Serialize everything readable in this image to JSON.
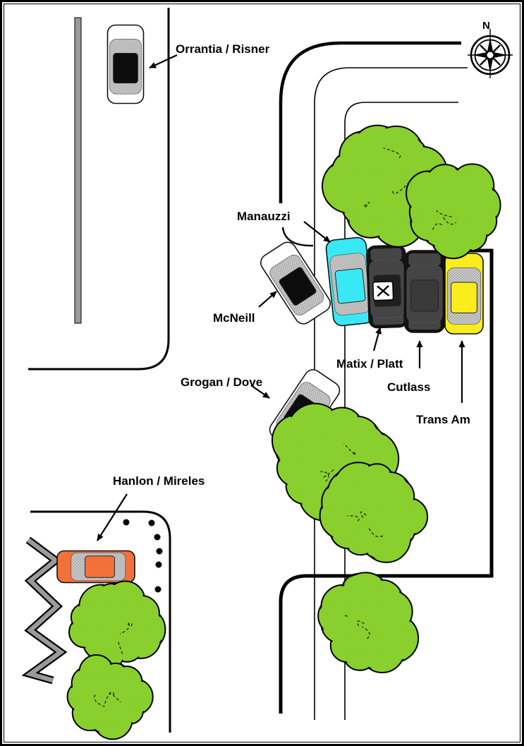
{
  "diagram": {
    "kind": "traffic-collision-scene-diagram"
  },
  "compass": {
    "north_label": "N"
  },
  "labels": {
    "orrantia_risner": "Orrantia / Risner",
    "manauzzi": "Manauzzi",
    "mcneill": "McNeill",
    "matix_platt": "Matix / Platt",
    "cutlass": "Cutlass",
    "trans_am": "Trans Am",
    "grogan_dove": "Grogan / Dove",
    "hanlon_mireles": "Hanlon / Mireles"
  },
  "vehicles": {
    "orrantia_risner": {
      "label": "Orrantia / Risner",
      "body": "#ffffff",
      "roof": "#0d0d0d"
    },
    "mcneill": {
      "label": "McNeill",
      "body": "#ffffff",
      "roof": "#0d0d0d"
    },
    "manauzzi": {
      "label": "Manauzzi",
      "body": "#38e9f5",
      "roof": "#38e9f5"
    },
    "matix_platt": {
      "label": "Matix / Platt",
      "body": "#141414",
      "roof": "#1f1f1f",
      "roof_marker": "x-box"
    },
    "cutlass": {
      "label": "Cutlass",
      "body": "#121212",
      "roof": "#3a3a3a"
    },
    "trans_am": {
      "label": "Trans Am",
      "body": "#fbec1e",
      "roof": "#fbec1e"
    },
    "grogan_dove": {
      "label": "Grogan / Dove",
      "body": "#ffffff",
      "roof": "#0d0d0d"
    },
    "hanlon_mireles": {
      "label": "Hanlon / Mireles",
      "body": "#f2713b",
      "roof": "#f2713b"
    }
  },
  "colors": {
    "background": "#ffffff",
    "road_line": "#000000",
    "median_fill": "#9a9a9a",
    "tree_fill": "#8dd32f",
    "glass_fill": "#cbcbcb",
    "zigzag_fill": "#9a9a9a",
    "dot_fill": "#000000"
  }
}
